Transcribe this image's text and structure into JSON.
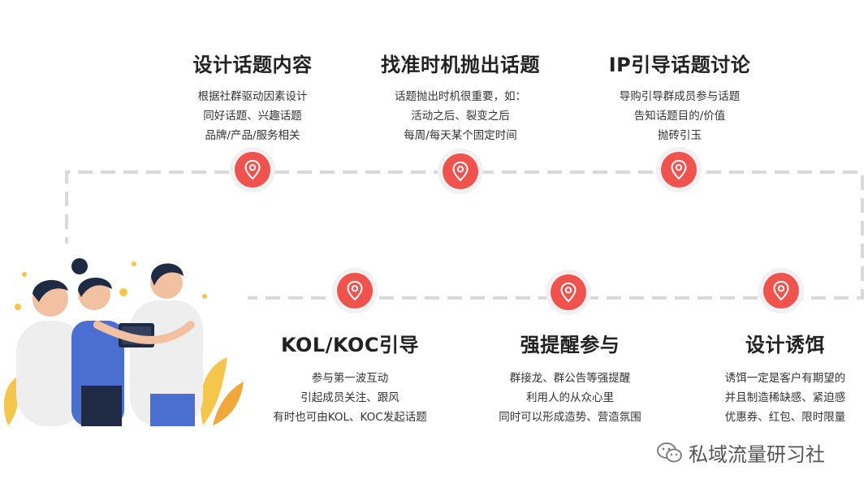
{
  "colors": {
    "accent": "#f0534e",
    "path": "#d9d9d9"
  },
  "top_steps": [
    {
      "title": "设计话题内容",
      "lines": [
        "根据社群驱动因素设计",
        "同好话题、兴趣话题",
        "品牌/产品/服务相关"
      ]
    },
    {
      "title": "找准时机抛出话题",
      "lines": [
        "话题抛出时机很重要，如：",
        "活动之后、裂变之后",
        "每周/每天某个固定时间"
      ]
    },
    {
      "title": "IP引导话题讨论",
      "lines": [
        "导购引导群成员参与话题",
        "告知话题目的/价值",
        "抛砖引玉"
      ]
    }
  ],
  "bottom_steps": [
    {
      "title": "KOL/KOC引导",
      "lines": [
        "参与第一波互动",
        "引起成员关注、跟风",
        "有时也可由KOL、KOC发起话题"
      ]
    },
    {
      "title": "强提醒参与",
      "lines": [
        "群接龙、群公告等强提醒",
        "利用人的从众心里",
        "同时可以形成造势、营造氛围"
      ]
    },
    {
      "title": "设计诱饵",
      "lines": [
        "诱饵一定是客户有期望的",
        "并且制造稀缺感、紧迫感",
        "优惠券、红包、限时限量"
      ]
    }
  ],
  "icons": {
    "pin": "location-pin-icon",
    "illustration": "team-people-illustration",
    "wechat": "wechat-icon"
  },
  "watermark": "私域流量研习社"
}
